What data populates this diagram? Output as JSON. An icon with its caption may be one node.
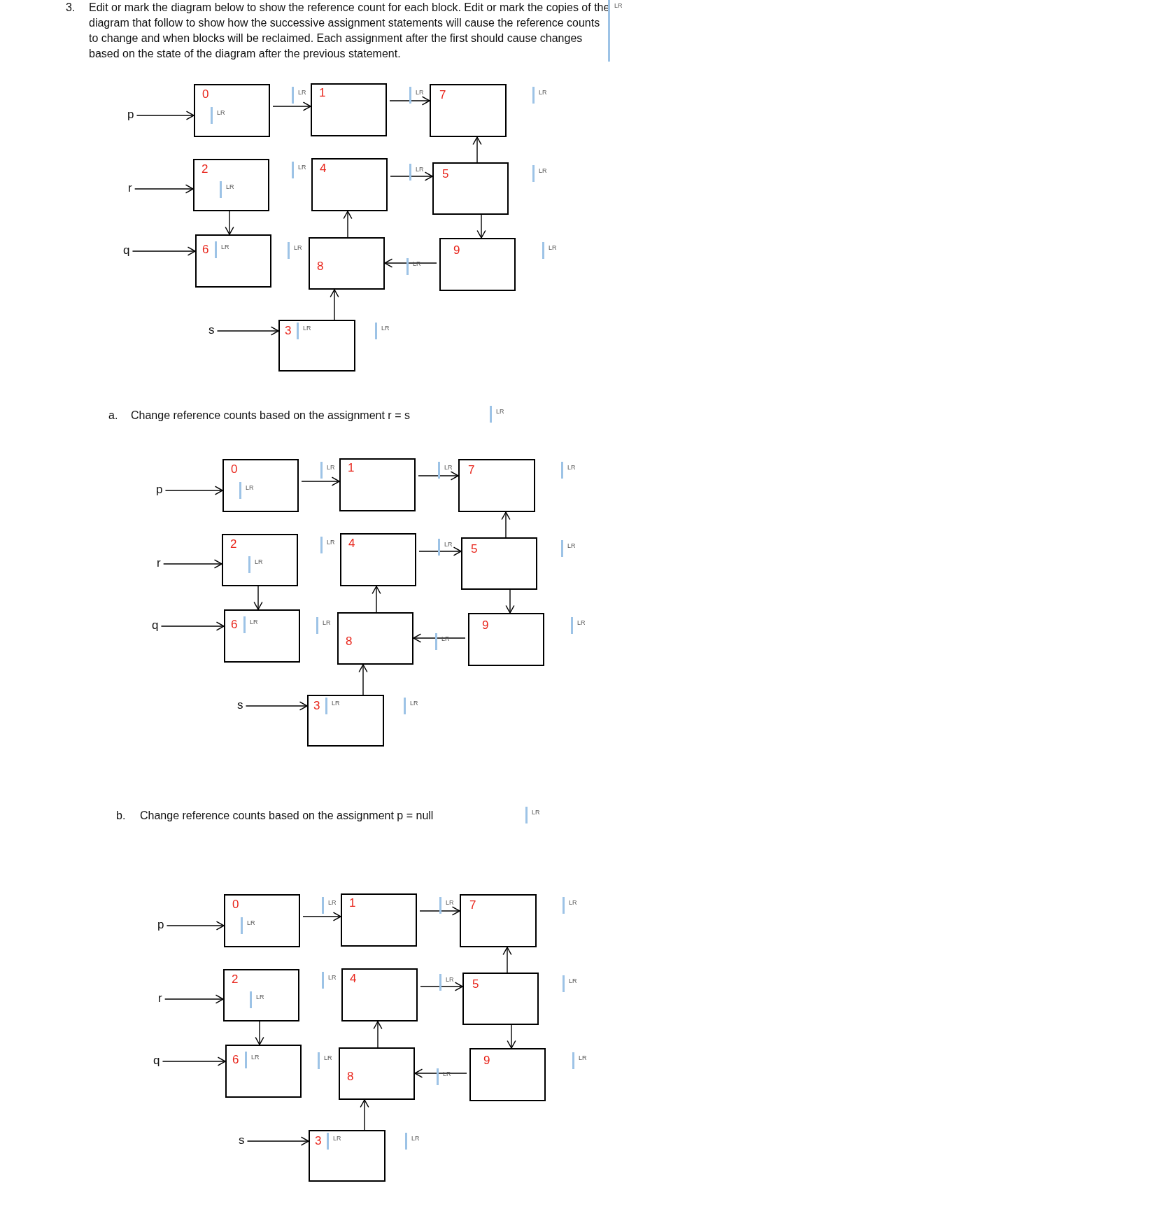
{
  "diagram": {
    "nodes": [
      {
        "text": [
          "p"
        ]
      },
      {
        "text": [
          "0",
          "LR"
        ]
      },
      {
        "text": [
          "1"
        ]
      },
      {
        "text": [
          "7"
        ]
      },
      {
        "text": [
          "r"
        ]
      },
      {
        "text": [
          "2",
          "LR"
        ]
      },
      {
        "text": [
          "4"
        ]
      },
      {
        "text": [
          "5"
        ]
      },
      {
        "text": [
          "q"
        ]
      },
      {
        "text": [
          "6",
          "LR"
        ]
      },
      {
        "text": [
          "8"
        ]
      },
      {
        "text": [
          "9"
        ]
      },
      {
        "text": [
          "s"
        ]
      },
      {
        "text": [
          "3",
          "LR"
        ]
      },
      {
        "text": [
          "p"
        ]
      },
      {
        "text": [
          "0",
          "LR"
        ]
      },
      {
        "text": [
          "1"
        ]
      },
      {
        "text": [
          "7"
        ]
      },
      {
        "text": [
          "r"
        ]
      },
      {
        "text": [
          "2",
          "LR"
        ]
      },
      {
        "text": [
          "4"
        ]
      },
      {
        "text": [
          "5"
        ]
      },
      {
        "text": [
          "q"
        ]
      },
      {
        "text": [
          "6",
          "LR"
        ]
      },
      {
        "text": [
          "8"
        ]
      },
      {
        "text": [
          "9"
        ]
      },
      {
        "text": [
          "s"
        ]
      },
      {
        "text": [
          "3",
          "LR"
        ]
      },
      {
        "text": [
          "p"
        ]
      },
      {
        "text": [
          "0",
          "LR"
        ]
      },
      {
        "text": [
          "1"
        ]
      },
      {
        "text": [
          "7"
        ]
      },
      {
        "text": [
          "r"
        ]
      },
      {
        "text": [
          "2",
          "LR"
        ]
      },
      {
        "text": [
          "4"
        ]
      },
      {
        "text": [
          "5"
        ]
      },
      {
        "text": [
          "q"
        ]
      },
      {
        "text": [
          "6",
          "LR"
        ]
      },
      {
        "text": [
          "8"
        ]
      },
      {
        "text": [
          "9"
        ]
      },
      {
        "text": [
          "s"
        ]
      },
      {
        "text": [
          "3",
          "LR"
        ]
      }
    ],
    "edges": [
      {
        "from": 0,
        "to": 1,
        "arrow": "to"
      },
      {
        "from": 1,
        "to": 2,
        "arrow": "to"
      },
      {
        "from": 2,
        "to": 3,
        "arrow": "to"
      },
      {
        "from": 4,
        "to": 5,
        "arrow": "to"
      },
      {
        "from": 5,
        "to": 9,
        "arrow": "to"
      },
      {
        "from": 6,
        "to": 7,
        "arrow": "to"
      },
      {
        "from": 7,
        "to": 3,
        "arrow": "to"
      },
      {
        "from": 7,
        "to": 11,
        "arrow": "to"
      },
      {
        "from": 8,
        "to": 9,
        "arrow": "to"
      },
      {
        "from": 10,
        "to": 6,
        "arrow": "to"
      },
      {
        "from": 11,
        "to": 10,
        "arrow": "to"
      },
      {
        "from": 12,
        "to": 13,
        "arrow": "to"
      },
      {
        "from": 13,
        "to": 10,
        "arrow": "to"
      },
      {
        "from": 14,
        "to": 15,
        "arrow": "to"
      },
      {
        "from": 15,
        "to": 16,
        "arrow": "to"
      },
      {
        "from": 16,
        "to": 17,
        "arrow": "to"
      },
      {
        "from": 18,
        "to": 19,
        "arrow": "to"
      },
      {
        "from": 19,
        "to": 23,
        "arrow": "to"
      },
      {
        "from": 20,
        "to": 21,
        "arrow": "to"
      },
      {
        "from": 21,
        "to": 17,
        "arrow": "to"
      },
      {
        "from": 21,
        "to": 25,
        "arrow": "to"
      },
      {
        "from": 22,
        "to": 23,
        "arrow": "to"
      },
      {
        "from": 24,
        "to": 20,
        "arrow": "to"
      },
      {
        "from": 25,
        "to": 24,
        "arrow": "to"
      },
      {
        "from": 26,
        "to": 27,
        "arrow": "to"
      },
      {
        "from": 27,
        "to": 24,
        "arrow": "to"
      },
      {
        "from": 28,
        "to": 29,
        "arrow": "to"
      },
      {
        "from": 29,
        "to": 30,
        "arrow": "to"
      },
      {
        "from": 30,
        "to": 31,
        "arrow": "to"
      },
      {
        "from": 32,
        "to": 33,
        "arrow": "to"
      },
      {
        "from": 33,
        "to": 37,
        "arrow": "to"
      },
      {
        "from": 34,
        "to": 35,
        "arrow": "to"
      },
      {
        "from": 35,
        "to": 31,
        "arrow": "to"
      },
      {
        "from": 35,
        "to": 39,
        "arrow": "to"
      },
      {
        "from": 36,
        "to": 37,
        "arrow": "to"
      },
      {
        "from": 38,
        "to": 34,
        "arrow": "to"
      },
      {
        "from": 39,
        "to": 38,
        "arrow": "to"
      },
      {
        "from": 40,
        "to": 41,
        "arrow": "to"
      },
      {
        "from": 41,
        "to": 38,
        "arrow": "to"
      }
    ],
    "labels": [
      "3.",
      "Edit or mark the diagram below to show the reference count for each block. Edit or mark the copies of the diagram that follow to show how the successive assignment statements will cause the reference counts to change and when blocks will be reclaimed. Each assignment after the first should cause changes based on the state of the diagram after the previous statement.",
      "LR",
      "LR",
      "LR",
      "LR",
      "LR",
      "LR",
      "LR",
      "LR",
      "LR",
      "LR",
      "LR",
      "a.",
      "Change reference counts based on the assignment r = s",
      "LR",
      "LR",
      "LR",
      "LR",
      "LR",
      "LR",
      "LR",
      "LR",
      "LR",
      "LR",
      "LR",
      "b.",
      "Change reference counts based on the assignment p = null",
      "LR",
      "LR",
      "LR",
      "LR",
      "LR",
      "LR",
      "LR",
      "LR",
      "LR",
      "LR",
      "LR"
    ]
  }
}
